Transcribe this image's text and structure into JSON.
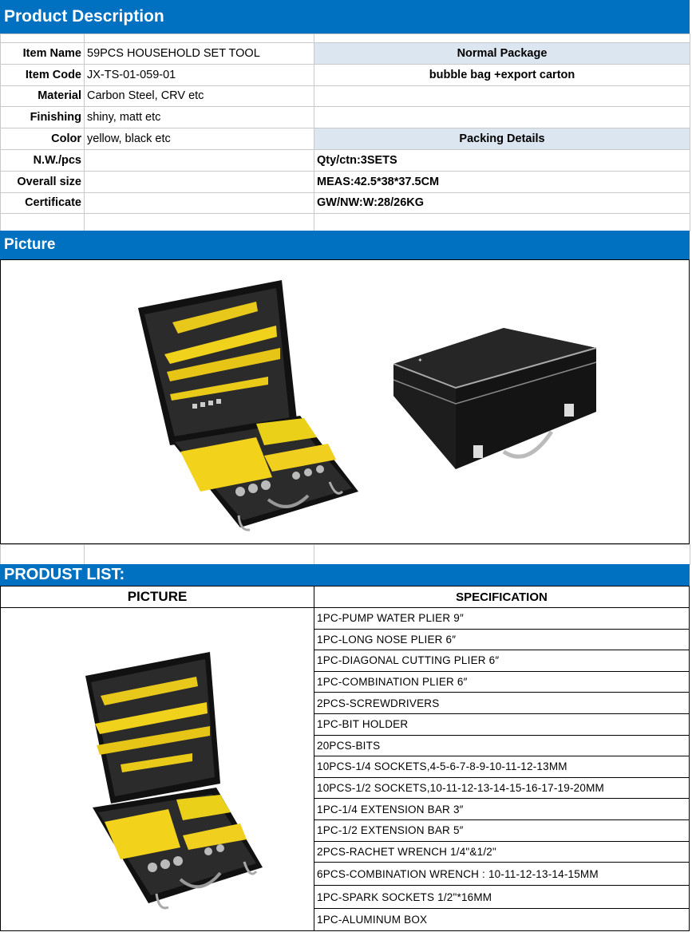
{
  "sections": {
    "description_title": "Product Description",
    "picture_title": "Picture",
    "list_title": "PRODUST LIST:"
  },
  "details": [
    {
      "label": "Item Name",
      "value": "59PCS  HOUSEHOLD SET TOOL",
      "right": "Normal Package"
    },
    {
      "label": "Item Code",
      "value": "JX-TS-01-059-01",
      "right": "bubble bag +export carton"
    },
    {
      "label": "Material",
      "value": "Carbon Steel, CRV etc",
      "right": ""
    },
    {
      "label": "Finishing",
      "value": "shiny, matt etc",
      "right": ""
    },
    {
      "label": "Color",
      "value": "yellow, black etc",
      "right": "Packing Details"
    },
    {
      "label": "N.W./pcs",
      "value": "",
      "right": "Qty/ctn:3SETS"
    },
    {
      "label": "Overall size",
      "value": "",
      "right": "MEAS:42.5*38*37.5CM"
    },
    {
      "label": "Certificate",
      "value": "",
      "right": "GW/NW:W:28/26KG"
    }
  ],
  "product_list": {
    "picture_header": "PICTURE",
    "spec_header": "SPECIFICATION",
    "items": [
      "1PC-PUMP WATER PLIER 9″",
      "1PC-LONG NOSE PLIER 6″",
      "1PC-DIAGONAL CUTTING PLIER 6″",
      "1PC-COMBINATION PLIER 6″",
      "2PCS-SCREWDRIVERS",
      "1PC-BIT HOLDER",
      "20PCS-BITS",
      "10PCS-1/4  SOCKETS,4-5-6-7-8-9-10-11-12-13MM",
      "10PCS-1/2 SOCKETS,10-11-12-13-14-15-16-17-19-20MM",
      "1PC-1/4  EXTENSION BAR 3″",
      "1PC-1/2  EXTENSION BAR 5″",
      "2PCS-RACHET WRENCH 1/4\"&1/2\"",
      "6PCS-COMBINATION WRENCH : 10-11-12-13-14-15MM",
      "1PC-SPARK SOCKETS 1/2\"*16MM",
      "1PC-ALUMINUM BOX"
    ]
  },
  "colors": {
    "band": "#0070c0",
    "header_fill": "#dce6f1",
    "case_black": "#1a1a1a",
    "tool_yellow": "#f2d21b"
  }
}
